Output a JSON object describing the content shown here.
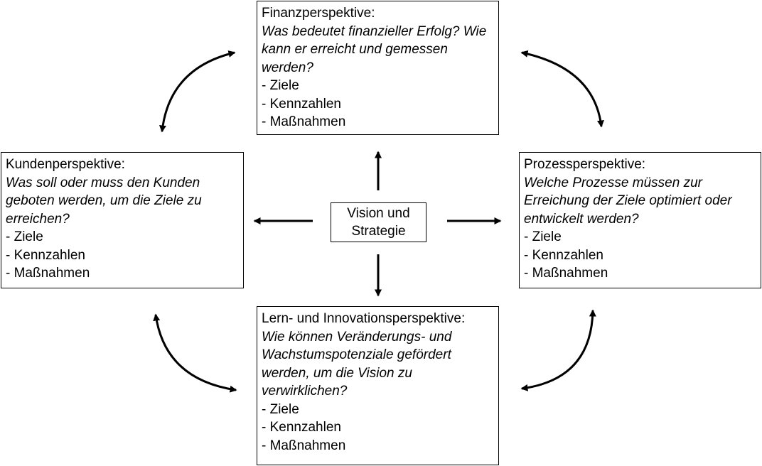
{
  "center": {
    "line1": "Vision und",
    "line2": "Strategie"
  },
  "finance": {
    "title": "Finanzperspektive:",
    "question": "Was bedeutet finanzieller Erfolg? Wie kann er erreicht und gemessen werden?",
    "items": [
      "- Ziele",
      "- Kennzahlen",
      "- Maßnahmen"
    ]
  },
  "customer": {
    "title": "Kundenperspektive:",
    "question": "Was soll oder muss den Kunden geboten werden, um die Ziele zu erreichen?",
    "items": [
      "- Ziele",
      "- Kennzahlen",
      "- Maßnahmen"
    ]
  },
  "process": {
    "title": "Prozessperspektive:",
    "question": "Welche Prozesse müssen zur Erreichung der Ziele optimiert oder entwickelt werden?",
    "items": [
      "- Ziele",
      "- Kennzahlen",
      "- Maßnahmen"
    ]
  },
  "learning": {
    "title": "Lern- und Innovationsperspektive:",
    "question": "Wie können Veränderungs- und Wachstumspotenziale gefördert werden, um die Vision zu verwirklichen?",
    "items": [
      "- Ziele",
      "- Kennzahlen",
      "- Maßnahmen"
    ]
  }
}
